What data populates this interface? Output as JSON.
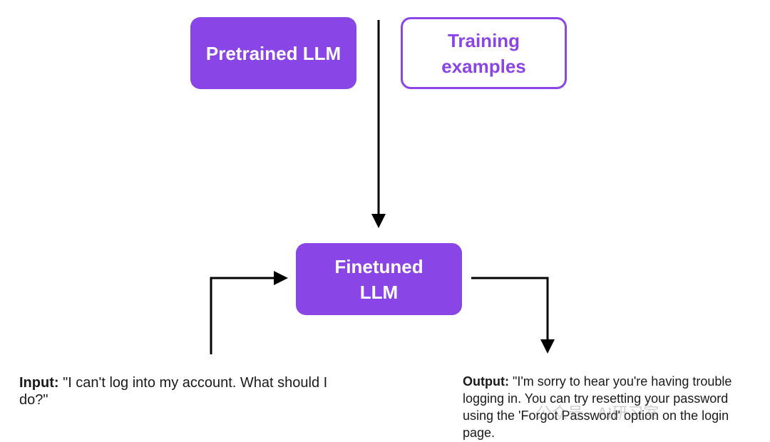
{
  "boxes": {
    "pretrained": "Pretrained LLM",
    "training_line1": "Training",
    "training_line2": "examples",
    "finetuned_line1": "Finetuned",
    "finetuned_line2": "LLM"
  },
  "input": {
    "label": "Input:",
    "text": " \"I can't log into my account. What should I do?\""
  },
  "output": {
    "label": "Output:",
    "text": " \"I'm sorry to hear you're having trouble logging in. You can try resetting your password using the 'Forgot Password' option on the login page."
  },
  "watermark": "公众号 · AI研习室",
  "colors": {
    "purple": "#8a45e6",
    "arrow": "#000000"
  }
}
